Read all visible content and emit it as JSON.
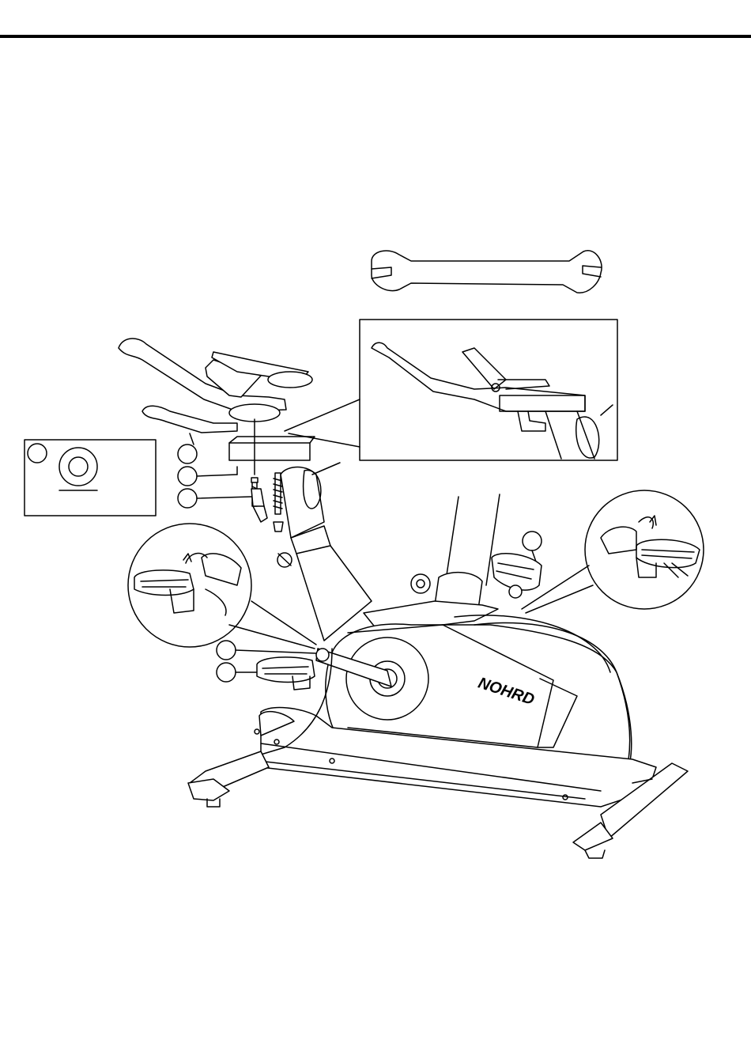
{
  "diagram": {
    "brand_logo_text": "NOHRD",
    "callouts": [
      {
        "id": "washer-detail",
        "label": ""
      },
      {
        "id": "handlebar-part",
        "label": ""
      },
      {
        "id": "bolt-part",
        "label": ""
      },
      {
        "id": "knob-part",
        "label": ""
      },
      {
        "id": "right-pedal-part",
        "label": ""
      },
      {
        "id": "left-crank-part",
        "label": ""
      },
      {
        "id": "left-pedal-part",
        "label": ""
      }
    ],
    "tools": [
      "open-end-wrench"
    ]
  }
}
